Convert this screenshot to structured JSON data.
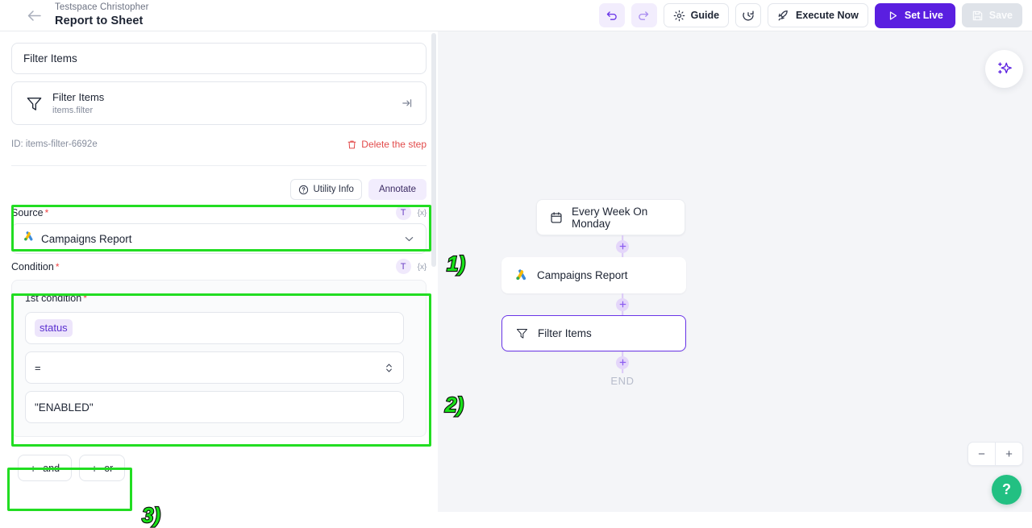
{
  "topbar": {
    "breadcrumb": "Testspace Christopher",
    "title": "Report to Sheet",
    "undo_label": "Undo",
    "redo_label": "Redo",
    "guide_label": "Guide",
    "history_label": "History",
    "execute_label": "Execute Now",
    "setlive_label": "Set Live",
    "save_label": "Save"
  },
  "left": {
    "step_name_value": "Filter Items",
    "step_card": {
      "title": "Filter Items",
      "subtitle": "items.filter"
    },
    "id_text": "ID: items-filter-6692e",
    "delete_label": "Delete the step",
    "utility_info_label": "Utility Info",
    "annotate_label": "Annotate",
    "source": {
      "label": "Source",
      "required_mark": "*",
      "text_toggle": "T",
      "var_toggle": "{x}",
      "value": "Campaigns Report"
    },
    "condition": {
      "label": "Condition",
      "required_mark": "*",
      "text_toggle": "T",
      "var_toggle": "{x}",
      "first_condition_label": "1st condition",
      "field_chip": "status",
      "operator": "=",
      "value": "\"ENABLED\""
    },
    "add_and_label": "and",
    "add_or_label": "or",
    "plus_glyph": "+"
  },
  "flow": {
    "trigger": "Every Week On Monday",
    "nodes": [
      {
        "label": "Campaigns Report"
      },
      {
        "label": "Filter Items"
      }
    ],
    "end_label": "END"
  },
  "canvas": {
    "zoom_out_label": "−",
    "zoom_in_label": "+",
    "help_label": "?"
  },
  "annotations": [
    {
      "id": "1",
      "label": "1)"
    },
    {
      "id": "2",
      "label": "2)"
    },
    {
      "id": "3",
      "label": "3)"
    }
  ],
  "colors": {
    "primary": "#5a1fe0",
    "chip_bg": "#ede5fb",
    "chip_text": "#5a2fd0",
    "danger": "#e24a4a",
    "annotation_green": "#18e018",
    "help_green": "#22c082",
    "canvas_bg": "#f4f5f8"
  }
}
